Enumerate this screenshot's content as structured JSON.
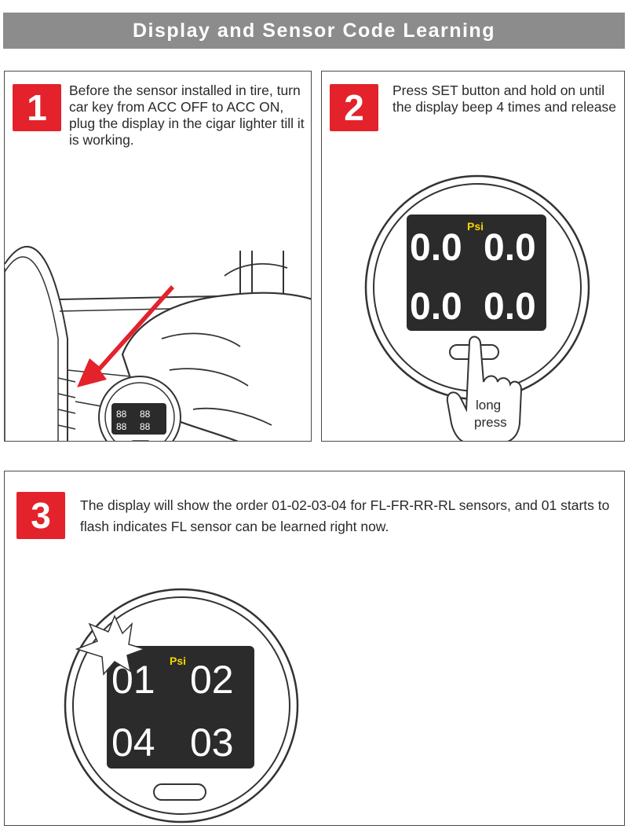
{
  "header": {
    "title": "Display and Sensor Code Learning"
  },
  "steps": [
    {
      "number": "1",
      "text": "Before the sensor installed in tire, turn car key from ACC OFF to ACC ON, plug the display in the cigar lighter till it is working."
    },
    {
      "number": "2",
      "text": "Press SET button and hold on until the display beep 4 times and release",
      "display": {
        "unit": "Psi",
        "readings": [
          "0.0",
          "0.0",
          "0.0",
          "0.0"
        ]
      },
      "press_label_line1": "long",
      "press_label_line2": "press"
    },
    {
      "number": "3",
      "text": "The display will show the order 01-02-03-04 for FL-FR-RR-RL sensors, and 01 starts to flash indicates FL sensor can be learned right now.",
      "display": {
        "unit": "Psi",
        "readings": [
          "01",
          "02",
          "04",
          "03"
        ]
      }
    }
  ],
  "colors": {
    "header_bg": "#8c8c8c",
    "badge_red": "#e3222b",
    "lcd_bg": "#2b2b2b",
    "psi_yellow": "#f5d400"
  },
  "icons": [
    "flash-burst-icon",
    "pressing-hand-icon",
    "red-arrow-icon"
  ]
}
